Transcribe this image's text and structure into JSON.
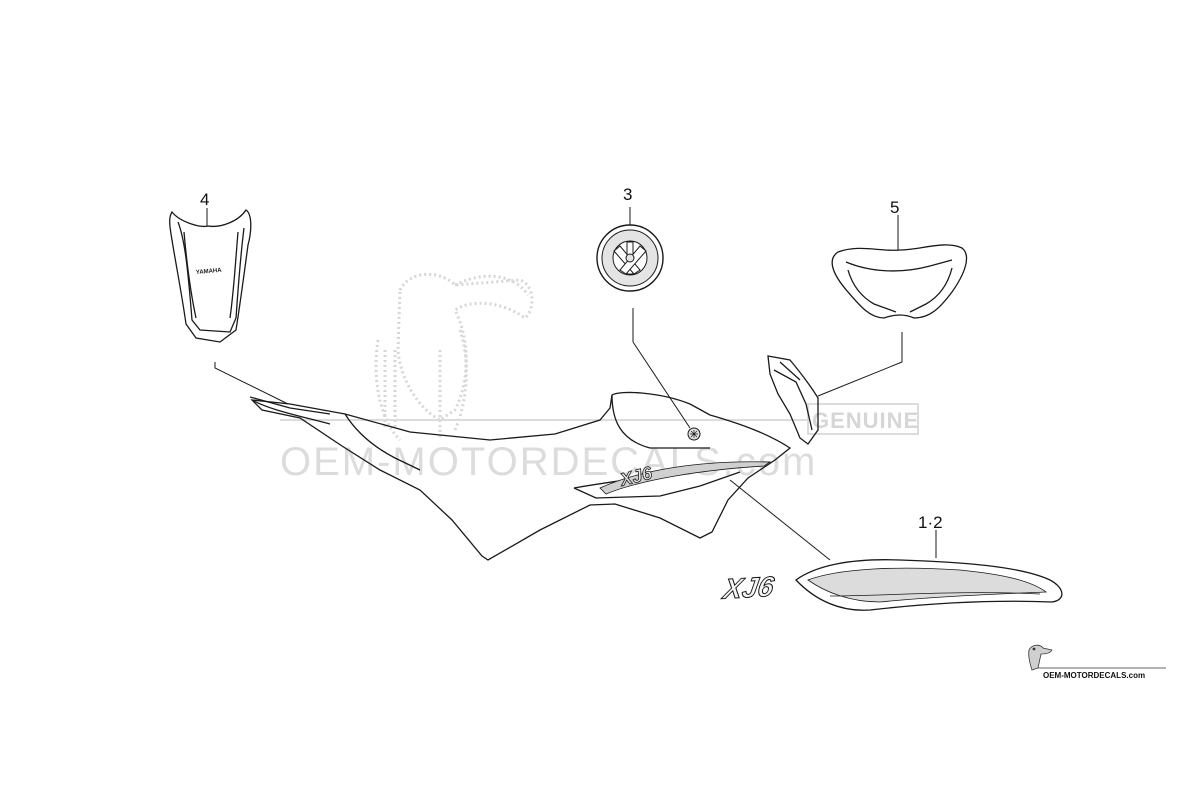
{
  "callouts": {
    "part_4": "4",
    "part_3": "3",
    "part_5": "5",
    "part_1_2": "1·2"
  },
  "watermark": {
    "main": "OEM-MOTORDECALS.com",
    "badge": "GENUINE"
  },
  "logo": {
    "text": "OEM-MOTORDECALS.com"
  },
  "decal_text": {
    "stripe": "XJ6",
    "emblem": "YAMAHA"
  },
  "colors": {
    "line": "#1a1a1a",
    "watermark": "#d9d9d9",
    "background": "#ffffff"
  },
  "icons": {
    "tuning_fork": "yamaha-tuning-fork-emblem",
    "toucan": "toucan-logo"
  }
}
